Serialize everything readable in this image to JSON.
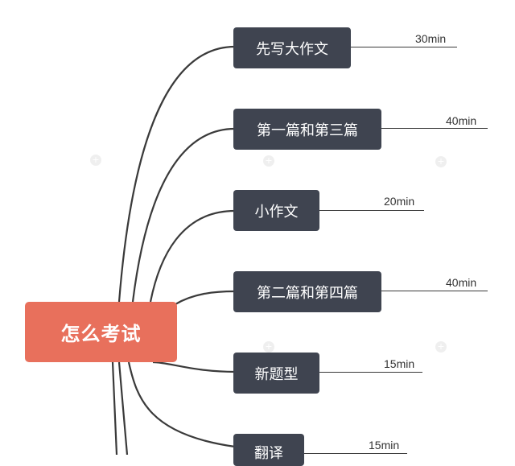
{
  "root": {
    "label": "怎么考试"
  },
  "tasks": [
    {
      "label": "先写大作文",
      "time": "30min"
    },
    {
      "label": "第一篇和第三篇",
      "time": "40min"
    },
    {
      "label": "小作文",
      "time": "20min"
    },
    {
      "label": "第二篇和第四篇",
      "time": "40min"
    },
    {
      "label": "新题型",
      "time": "15min"
    },
    {
      "label": "翻译",
      "time": "15min"
    }
  ],
  "colors": {
    "root": "#e8705c",
    "task": "#3f4450",
    "line": "#3a3a3a"
  }
}
